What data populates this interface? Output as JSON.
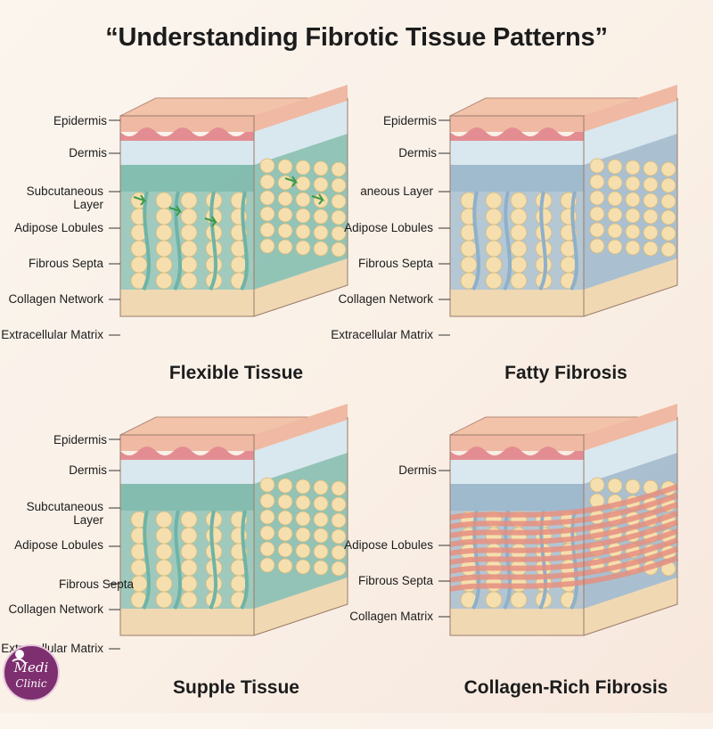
{
  "title": "“Understanding Fibrotic Tissue Patterns”",
  "panels": [
    {
      "caption": "Flexible Tissue",
      "labels": [
        "Epidermis",
        "Dermis",
        "Subcutaneous Layer",
        "Adipose Lobules",
        "Fibrous Septa",
        "Collagen Network",
        "Extracellular Matrix"
      ]
    },
    {
      "caption": "Fatty Fibrosis",
      "labels": [
        "Epidermis",
        "Dermis",
        "aneous Layer",
        "Adipose Lobules",
        "Fibrous Septa",
        "Collagen Network",
        "Extracellular Matrix"
      ]
    },
    {
      "caption": "Supple Tissue",
      "labels": [
        "Epidermis",
        "Dermis",
        "Subcutaneous Layer",
        "Adipose Lobules",
        "Fibrous Septa",
        "Collagen Network",
        "Extracellular Matrix"
      ]
    },
    {
      "caption": "Collagen-Rich Fibrosis",
      "labels": [
        "Dermis",
        "Adipose Lobules",
        "Fibrous Septa",
        "Collagen Matrix"
      ]
    }
  ],
  "logo": {
    "line1": "Medi",
    "line2": "Clinic"
  },
  "colors": {
    "epidermis": "#f0b9a3",
    "epidermis_wave": "#e38d92",
    "dermis": "#d9e7ef",
    "septa_teal": "#6fb4a6",
    "septa_blue": "#8fb0c9",
    "collagen_red": "#e58f80",
    "adipose": "#f5dfae",
    "matrix": "#f0d8b2"
  },
  "icons": [
    "medi-clinic-logo",
    "flow-arrow-icon"
  ]
}
